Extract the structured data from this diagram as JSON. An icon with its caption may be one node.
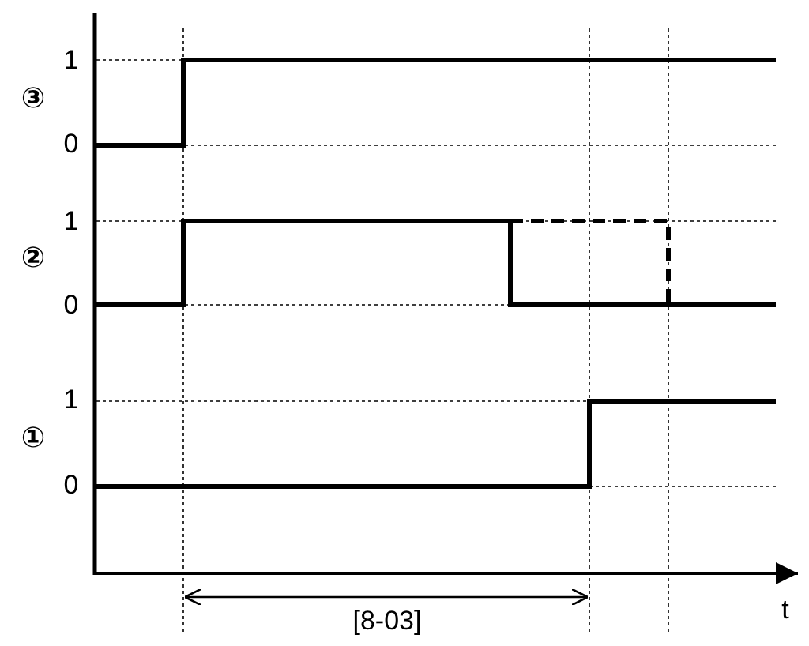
{
  "diagram": {
    "labels": [
      "③",
      "1",
      "0",
      "②",
      "1",
      "0",
      "①",
      "1",
      "0",
      "[8-03]",
      "t"
    ]
  }
}
